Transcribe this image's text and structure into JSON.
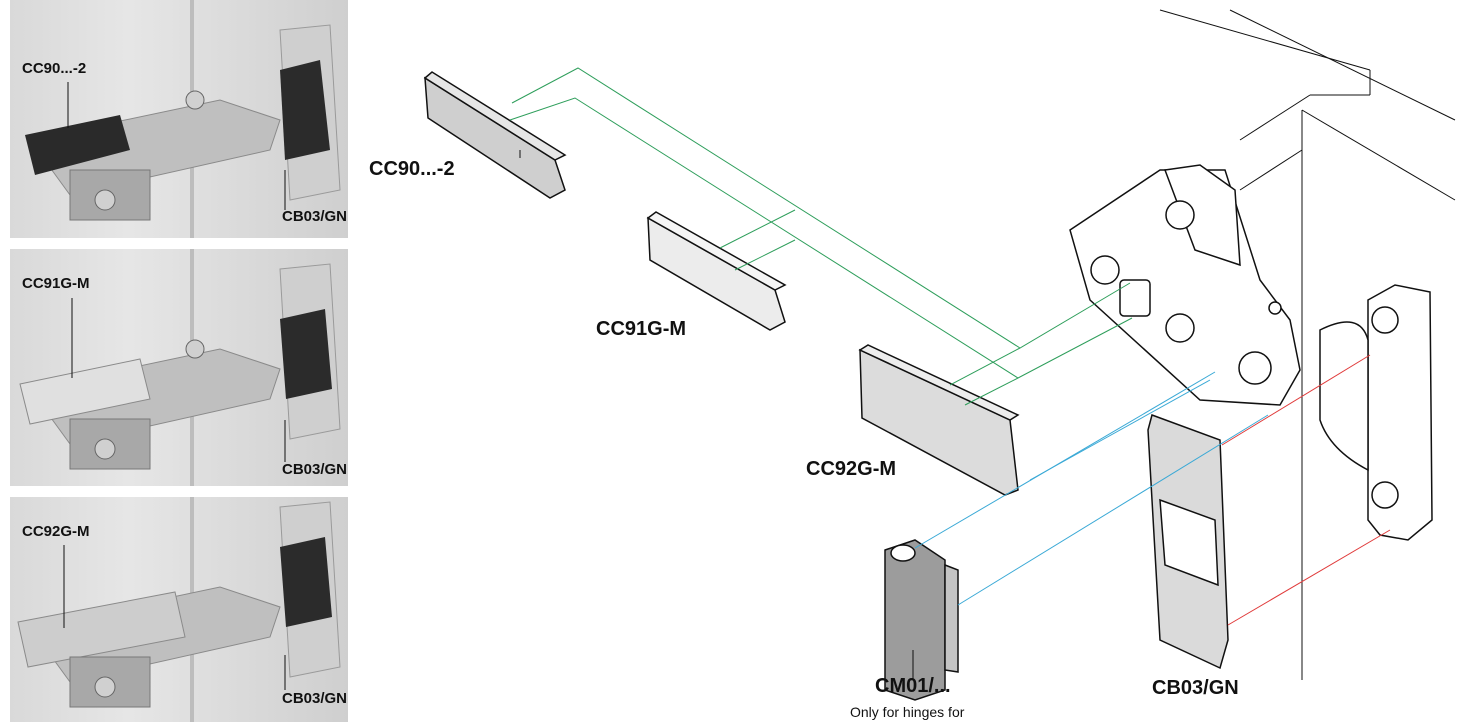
{
  "photos": [
    {
      "cover_label": "CC90...-2",
      "side_label": "CB03/GN",
      "cover_color": "#2a2a2a"
    },
    {
      "cover_label": "CC91G-M",
      "side_label": "CB03/GN",
      "cover_color": "#d8d8d8"
    },
    {
      "cover_label": "CC92G-M",
      "side_label": "CB03/GN",
      "cover_color": "#c9c9c9"
    }
  ],
  "parts": {
    "cc90": "CC90...-2",
    "cc91": "CC91G-M",
    "cc92": "CC92G-M",
    "cm01": "CM01/...",
    "cb03": "CB03/GN"
  },
  "note": "Only for hinges for",
  "colors": {
    "green_line": "#2e9e5b",
    "blue_line": "#3aa9d6",
    "red_line": "#e03a3a",
    "outline": "#1a1a1a"
  }
}
